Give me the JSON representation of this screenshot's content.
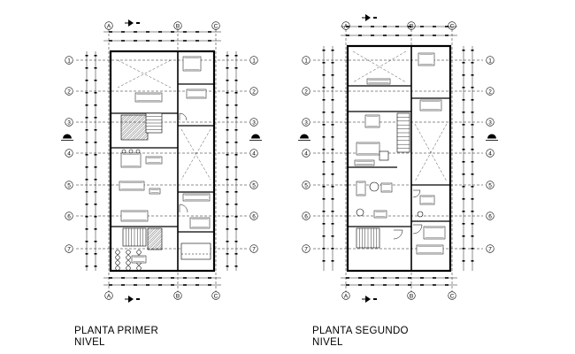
{
  "plans": [
    {
      "title_line1": "PLANTA PRIMER",
      "title_line2": "NIVEL",
      "column_labels": [
        "A",
        "B",
        "C"
      ],
      "row_labels": [
        "1",
        "2",
        "3",
        "4",
        "5",
        "6",
        "7"
      ]
    },
    {
      "title_line1": "PLANTA SEGUNDO",
      "title_line2": "NIVEL",
      "column_labels": [
        "A",
        "B",
        "C"
      ],
      "row_labels": [
        "1",
        "2",
        "3",
        "4",
        "5",
        "6",
        "7"
      ]
    }
  ],
  "colors": {
    "ink": "#000000",
    "paper": "#ffffff",
    "hatch": "#333333"
  }
}
